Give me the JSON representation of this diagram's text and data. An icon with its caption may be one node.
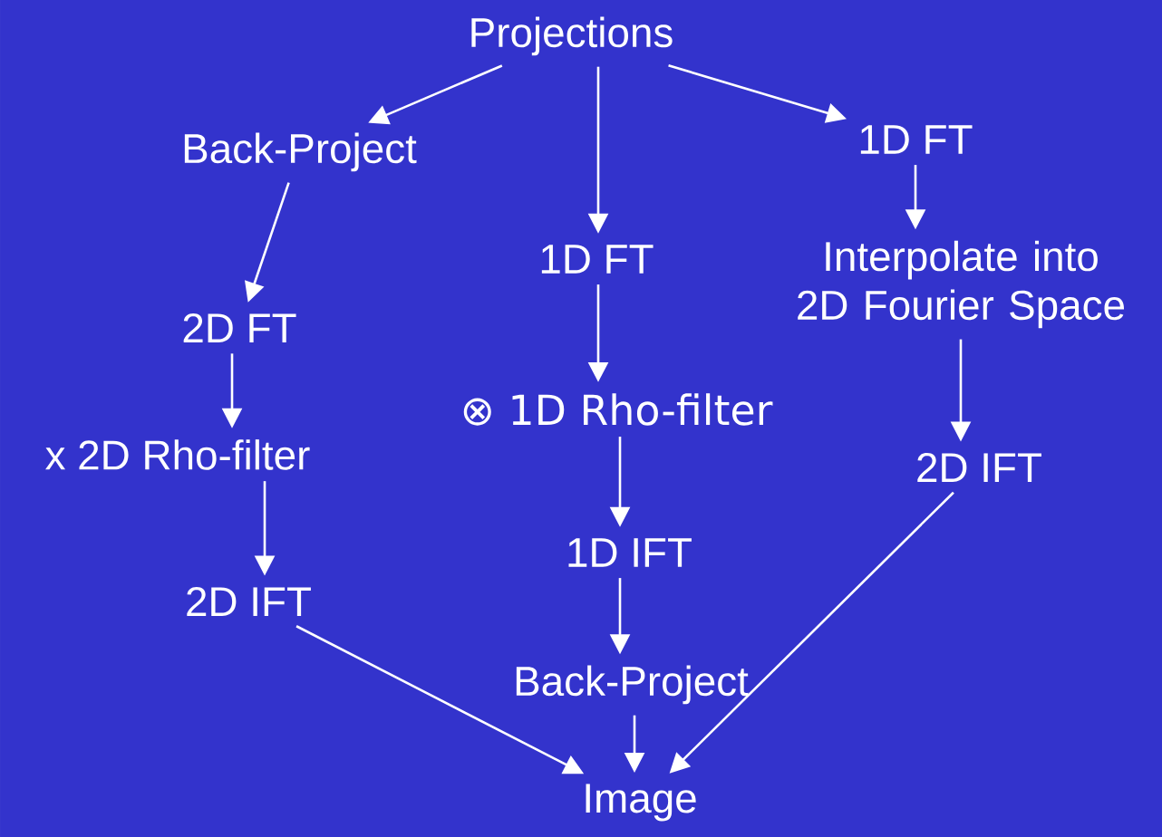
{
  "diagram": {
    "nodes": [
      {
        "text": [
          "Projections"
        ]
      },
      {
        "text": [
          "Back-Project"
        ]
      },
      {
        "text": [
          "1D FT"
        ]
      },
      {
        "text": [
          "1D FT"
        ]
      },
      {
        "text": [
          "Interpolate into 2D Fourier Space"
        ]
      },
      {
        "text": [
          "2D FT"
        ]
      },
      {
        "text": [
          "⊗ 1D Rho-filter"
        ]
      },
      {
        "text": [
          "2D IFT"
        ]
      },
      {
        "text": [
          "x 2D Rho-filter"
        ]
      },
      {
        "text": [
          "1D IFT"
        ]
      },
      {
        "text": [
          "2D IFT"
        ]
      },
      {
        "text": [
          "Back-Project"
        ]
      },
      {
        "text": [
          "Image"
        ]
      }
    ],
    "edges": [
      {
        "from": 0,
        "to": 1,
        "arrow": "to"
      },
      {
        "from": 0,
        "to": 2,
        "arrow": "to"
      },
      {
        "from": 0,
        "to": 3,
        "arrow": "to"
      },
      {
        "from": 3,
        "to": 4,
        "arrow": "to"
      },
      {
        "from": 1,
        "to": 5,
        "arrow": "to"
      },
      {
        "from": 2,
        "to": 6,
        "arrow": "to"
      },
      {
        "from": 4,
        "to": 7,
        "arrow": "to"
      },
      {
        "from": 5,
        "to": 8,
        "arrow": "to"
      },
      {
        "from": 6,
        "to": 9,
        "arrow": "to"
      },
      {
        "from": 8,
        "to": 10,
        "arrow": "to"
      },
      {
        "from": 9,
        "to": 11,
        "arrow": "to"
      },
      {
        "from": 10,
        "to": 12,
        "arrow": "to"
      },
      {
        "from": 11,
        "to": 12,
        "arrow": "to"
      },
      {
        "from": 7,
        "to": 12,
        "arrow": "to"
      }
    ]
  }
}
